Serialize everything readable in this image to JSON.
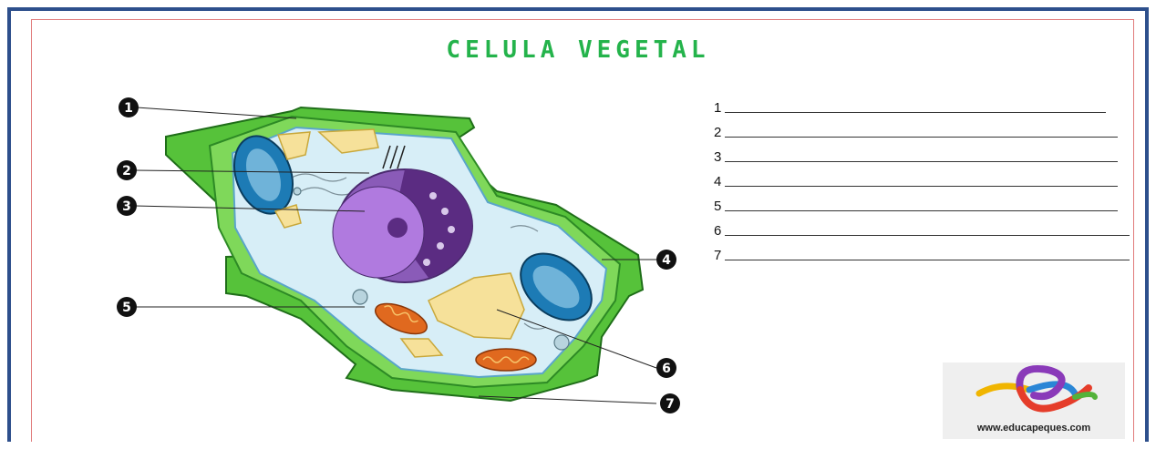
{
  "title": "CELULA VEGETAL",
  "labels": [
    "1",
    "2",
    "3",
    "4",
    "5",
    "6",
    "7"
  ],
  "answers": [
    {
      "num": "1"
    },
    {
      "num": "2"
    },
    {
      "num": "3"
    },
    {
      "num": "4"
    },
    {
      "num": "5"
    },
    {
      "num": "6"
    },
    {
      "num": "7"
    }
  ],
  "logo": {
    "url_text": "www.educapeques.com"
  },
  "colors": {
    "cell_wall": "#56c23a",
    "cytoplasm": "#d7eef7",
    "nucleus": "#9a4fc9",
    "chloroplast": "#1d7bb5",
    "vacuole": "#f6e19a",
    "mitochondria": "#e0691f",
    "frame": "#2d4f8c",
    "title": "#24b34b"
  }
}
